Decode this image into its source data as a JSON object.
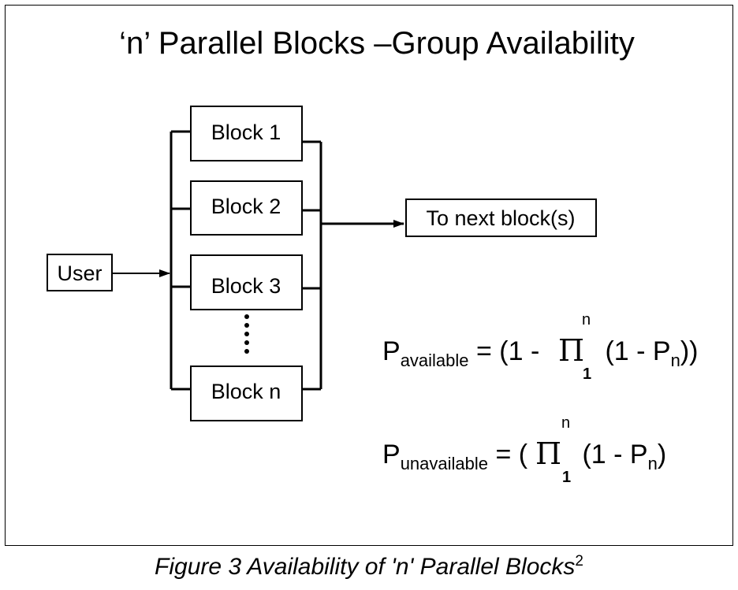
{
  "diagram": {
    "title": "‘n’ Parallel Blocks –Group Availability",
    "source_label": "User",
    "blocks": [
      "Block 1",
      "Block 2",
      "Block 3",
      "Block n"
    ],
    "output_label": "To next block(s)",
    "formulas": [
      {
        "lhs": "P",
        "lhs_sub": "available",
        "eq_open": " = (1 - ",
        "product_symbol": "Π",
        "upper": "n",
        "lower": "1",
        "body": " (1 - P",
        "body_sub": "n",
        "close": "))"
      },
      {
        "lhs": "P",
        "lhs_sub": "unavailable",
        "eq_open": " = (",
        "product_symbol": "Π",
        "upper": "n",
        "lower": "1",
        "body": " (1 - P",
        "body_sub": "n",
        "close": ")"
      }
    ]
  },
  "caption": {
    "text": "Figure 3  Availability of 'n' Parallel Blocks",
    "superscript": "2"
  }
}
